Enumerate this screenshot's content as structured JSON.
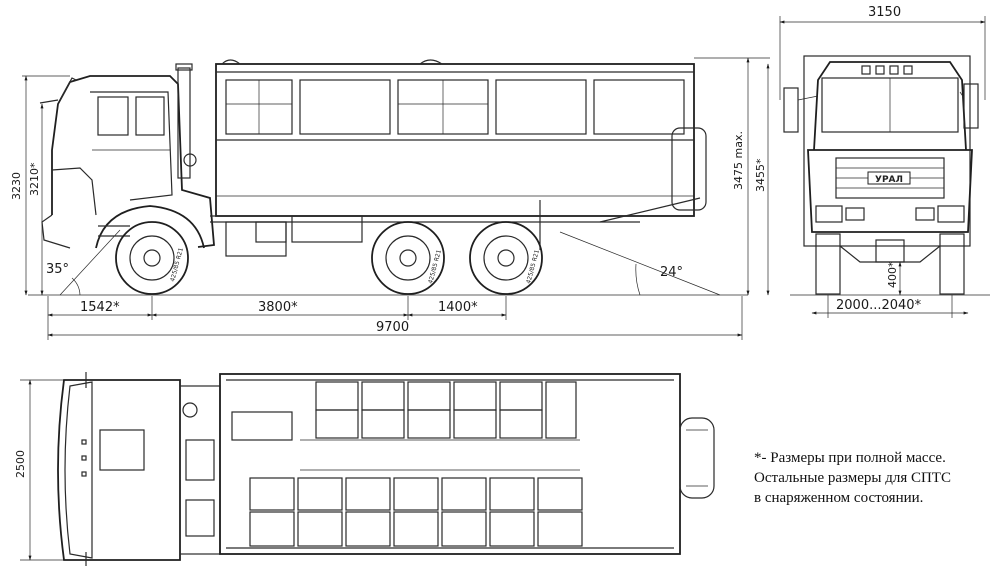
{
  "dimensions": {
    "side_view": {
      "front_overhang": "1542*",
      "wheelbase_front_to_mid": "3800*",
      "rear_axle_spacing": "1400*",
      "overall_length": "9700",
      "approach_angle": "35°",
      "departure_angle": "24°",
      "cab_height_a": "3230",
      "cab_height_b": "3210*",
      "height_max": "3475 max.",
      "height_loaded": "3455*",
      "tire_label": "425/85 R21"
    },
    "front_view": {
      "overall_width": "3150",
      "track": "2000...2040*",
      "ground_clearance": "400*",
      "grille_badge": "УРАЛ"
    },
    "top_view": {
      "body_width": "2500"
    }
  },
  "note": {
    "line1": "*- Размеры при полной массе.",
    "line2": "Остальные размеры для СПТС",
    "line3": "в снаряженном состоянии."
  }
}
